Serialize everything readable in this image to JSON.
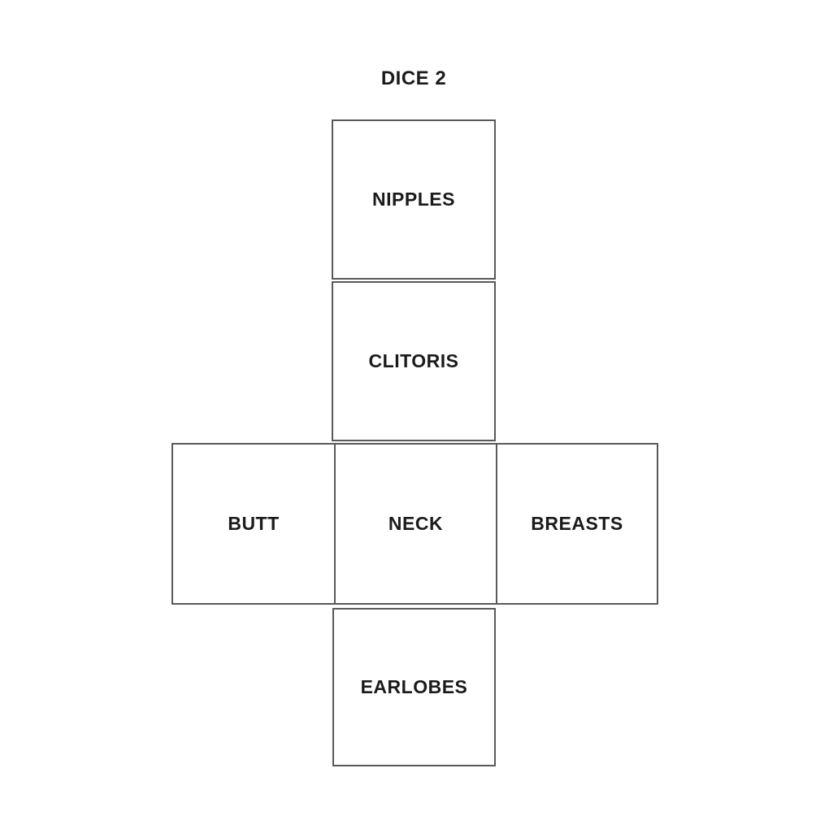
{
  "title": "DICE 2",
  "die": {
    "faces": [
      {
        "name": "nipples",
        "label": "NIPPLES"
      },
      {
        "name": "clitoris",
        "label": "CLITORIS"
      },
      {
        "name": "butt",
        "label": "BUTT"
      },
      {
        "name": "neck",
        "label": "NECK"
      },
      {
        "name": "breasts",
        "label": "BREASTS"
      },
      {
        "name": "earlobes",
        "label": "EARLOBES"
      }
    ]
  },
  "colors": {
    "background": "#ffffff",
    "border": "#59595b",
    "text": "#1b1b1b"
  }
}
